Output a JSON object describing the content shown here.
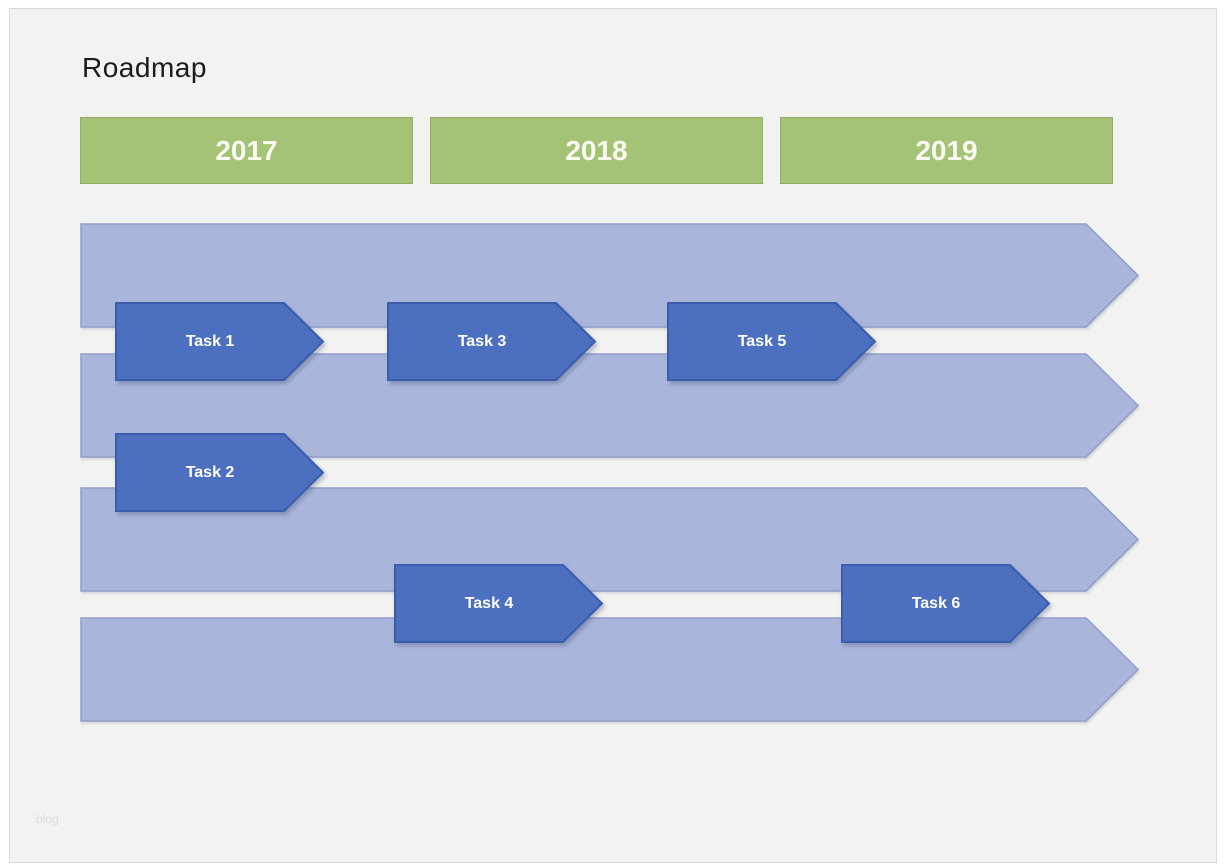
{
  "title": "Roadmap",
  "watermark": "blog",
  "years": [
    {
      "label": "2017"
    },
    {
      "label": "2018"
    },
    {
      "label": "2019"
    }
  ],
  "tasks": [
    {
      "label": "Task 1"
    },
    {
      "label": "Task 2"
    },
    {
      "label": "Task 3"
    },
    {
      "label": "Task 4"
    },
    {
      "label": "Task 5"
    },
    {
      "label": "Task 6"
    }
  ],
  "colors": {
    "margin_bg": "#ffffff",
    "page_bg": "#f2f2f1",
    "page_border": "#d9d9d9",
    "title_text": "#1b1b1b",
    "year_fill": "#a5c377",
    "year_border": "#90ad63",
    "year_text": "#fbfbf2",
    "band_fill": "#a9b5da",
    "band_border": "#8f9ec9",
    "task_fill": "#4c6fc0",
    "task_border": "#3c5dab",
    "task_text": "#ffffff",
    "watermark_text": "#dcdcdc"
  }
}
